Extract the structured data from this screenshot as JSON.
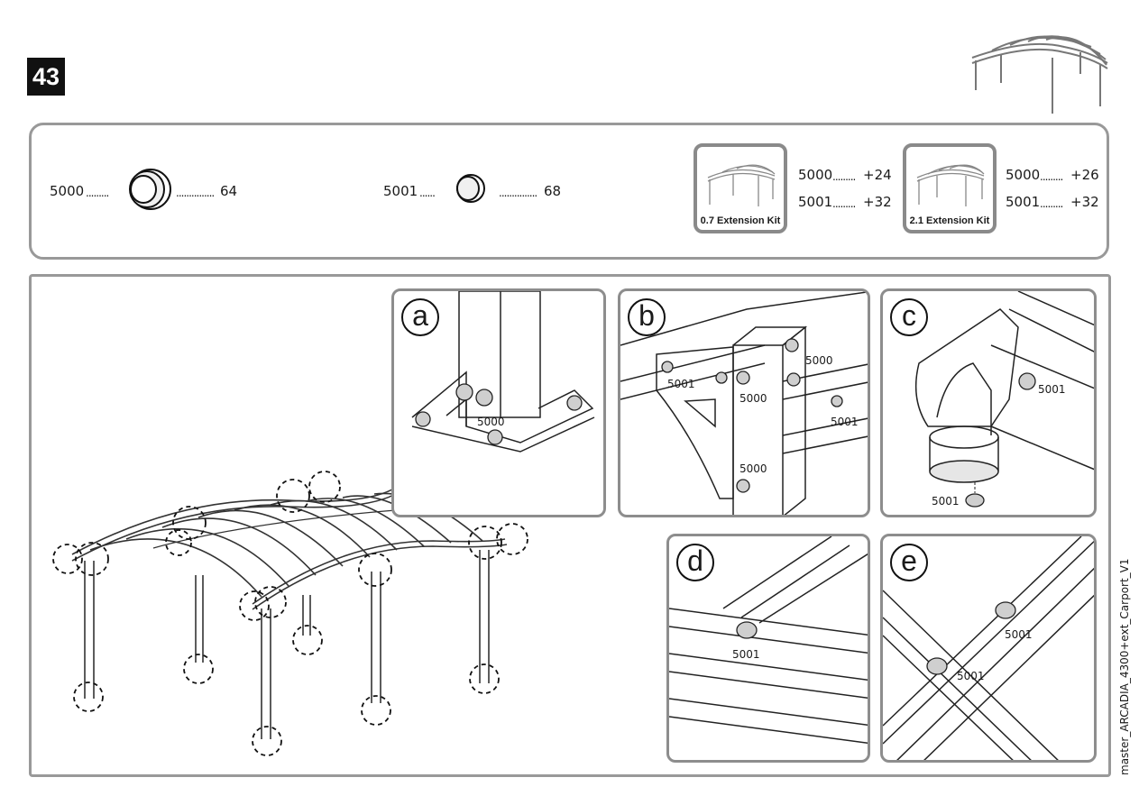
{
  "step": {
    "number": "43"
  },
  "parts": [
    {
      "code": "5000",
      "dots_left": ".........",
      "dots_right": "...............",
      "qty": "64"
    },
    {
      "code": "5001",
      "dots_left": "......",
      "dots_right": "...............",
      "qty": "68"
    }
  ],
  "kits": [
    {
      "name": "0.7 Extension Kit",
      "items": [
        {
          "code": "5000",
          "dots": ".........",
          "qty": "+24"
        },
        {
          "code": "5001",
          "dots": ".........",
          "qty": "+32"
        }
      ]
    },
    {
      "name": "2.1 Extension Kit",
      "items": [
        {
          "code": "5000",
          "dots": ".........",
          "qty": "+26"
        },
        {
          "code": "5001",
          "dots": ".........",
          "qty": "+32"
        }
      ]
    }
  ],
  "details": {
    "a": {
      "letter": "a",
      "labels": [
        "5000"
      ]
    },
    "b": {
      "letter": "b",
      "labels": [
        "5000",
        "5001",
        "5000",
        "5000",
        "5001"
      ]
    },
    "c": {
      "letter": "c",
      "labels": [
        "5001",
        "5001"
      ]
    },
    "d": {
      "letter": "d",
      "labels": [
        "5001"
      ]
    },
    "e": {
      "letter": "e",
      "labels": [
        "5001",
        "5001"
      ]
    }
  },
  "footer": {
    "side_text": "master_ARCADIA_4300+ext_Carport_V1"
  }
}
